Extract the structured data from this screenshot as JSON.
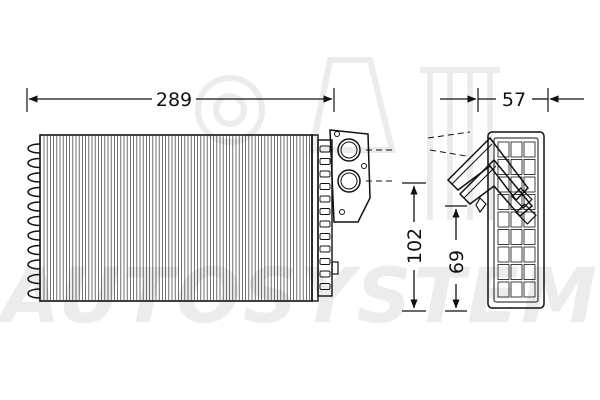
{
  "diagram": {
    "dimensions": {
      "length": "289",
      "depth": "57",
      "height_total": "102",
      "height_core": "69"
    },
    "watermark": "AUTOSYSTEM",
    "colors": {
      "line": "#111111",
      "watermark": "#e6e6e6",
      "background": "#ffffff"
    }
  }
}
